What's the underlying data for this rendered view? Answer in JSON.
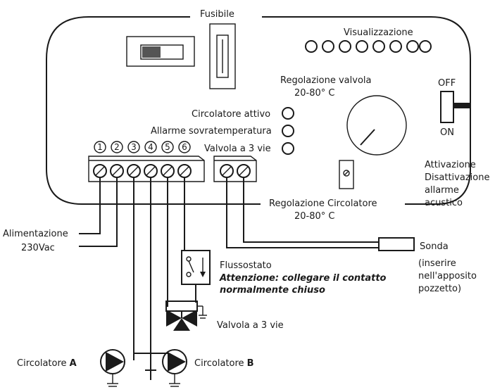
{
  "labels": {
    "fuse": "Fusibile",
    "display": "Visualizzazione",
    "valve_regulation": "Regolazione valvola",
    "valve_range": "20-80° C",
    "switch_off": "OFF",
    "switch_on": "ON",
    "circulator_active": "Circolatore attivo",
    "overtemp_alarm": "Allarme sovratemperatura",
    "three_way_valve_led": "Valvola a 3 vie",
    "activation_line1": "Attivazione",
    "activation_line2": "Disattivazione",
    "activation_line3": "allarme",
    "activation_line4": "acustico",
    "circulator_regulation": "Regolazione Circolatore",
    "circulator_range": "20-80° C",
    "power_line1": "Alimentazione",
    "power_line2": "230Vac",
    "probe": "Sonda",
    "probe_note1": "(inserire",
    "probe_note2": "nell'apposito",
    "probe_note3": "pozzetto)",
    "flow_switch": "Flussostato",
    "warning_line1": "Attenzione: collegare il contatto",
    "warning_line2": "normalmente chiuso",
    "three_way_valve": "Valvola a 3 vie",
    "circulator_a_text": "Circolatore ",
    "circulator_a_letter": "A",
    "circulator_b_text": "Circolatore ",
    "circulator_b_letter": "B"
  },
  "terminals": [
    "1",
    "2",
    "3",
    "4",
    "5",
    "6"
  ]
}
